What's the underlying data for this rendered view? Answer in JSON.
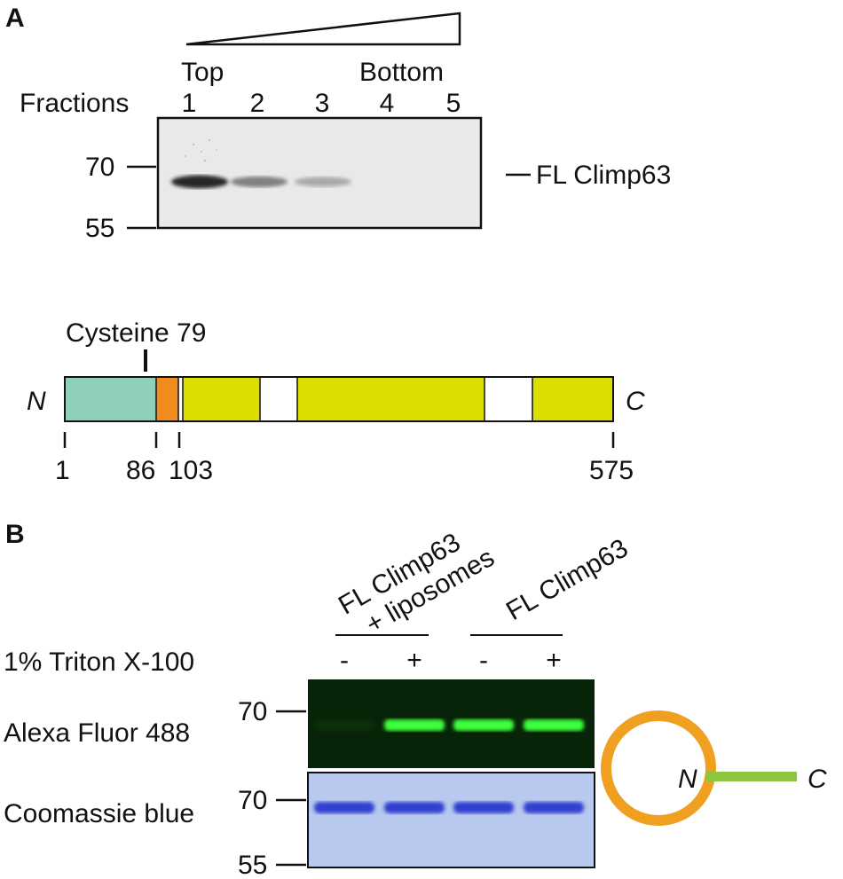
{
  "panel_a": {
    "letter": "A",
    "gradient": {
      "top_label": "Top",
      "bottom_label": "Bottom"
    },
    "fractions_label": "Fractions",
    "fractions": [
      "1",
      "2",
      "3",
      "4",
      "5"
    ],
    "markers": [
      "70",
      "55"
    ],
    "band_label": "FL Climp63",
    "band_intensity": [
      1.0,
      0.45,
      0.2,
      0.0,
      0.0
    ]
  },
  "domain_map": {
    "site_label": "Cysteine 79",
    "n_term": "N",
    "c_term": "C",
    "positions": [
      "1",
      "86",
      "103",
      "575"
    ],
    "colors": {
      "nterm_domain": "#8fcfb8",
      "cys_region": "#f28c1e",
      "cterm_domain": "#dddd00",
      "gap": "#ffffff"
    }
  },
  "panel_b": {
    "letter": "B",
    "group1_label_line1": "FL Climp63",
    "group1_label_line2": "+ liposomes",
    "group2_label": "FL Climp63",
    "triton_label": "1% Triton X-100",
    "triton_states": [
      "-",
      "+",
      "-",
      "+"
    ],
    "alexa_label": "Alexa Fluor 488",
    "coomassie_label": "Coomassie blue",
    "alexa_marker": "70",
    "coomassie_markers": [
      "70",
      "55"
    ],
    "alexa_band_intensity": [
      0.05,
      1.0,
      1.0,
      1.0
    ],
    "colors": {
      "alexa_bg": "#082408",
      "alexa_band": "#3dff3d",
      "coomassie_bg": "#b8c8ee",
      "coomassie_band": "#2233cc"
    }
  },
  "liposome_diagram": {
    "n_term": "N",
    "c_term": "C",
    "colors": {
      "liposome": "#f0a020",
      "protein": "#8cc63f"
    }
  }
}
